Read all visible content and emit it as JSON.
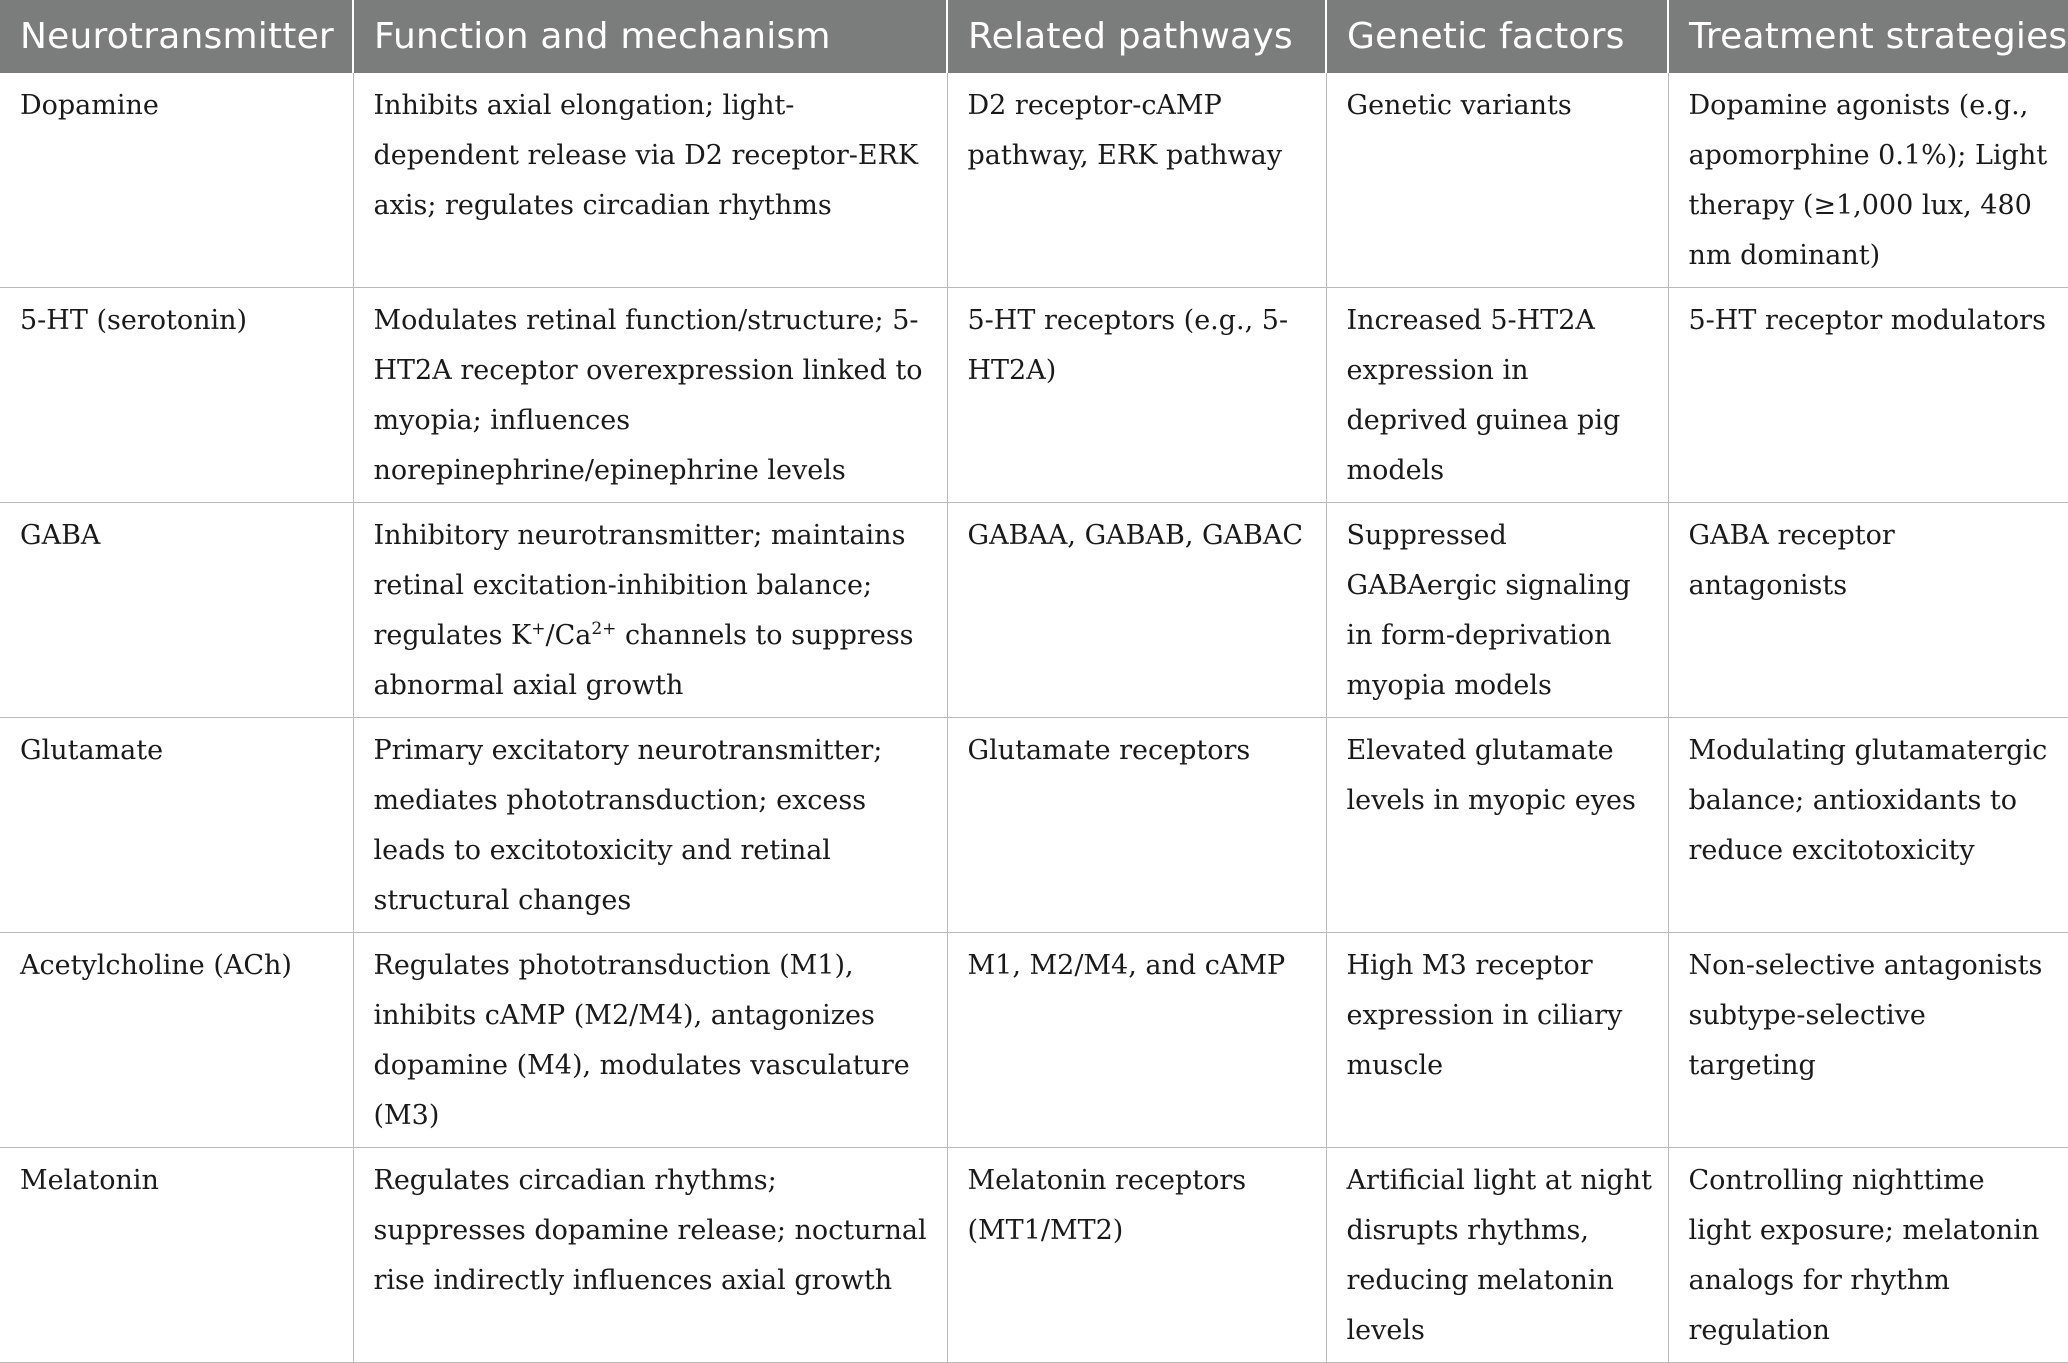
{
  "table": {
    "headers": [
      "Neurotransmitter",
      "Function and mechanism",
      "Related pathways",
      "Genetic factors",
      "Treatment strategies"
    ],
    "rows": [
      {
        "neurotransmitter": "Dopamine",
        "function": "Inhibits axial elongation; light-dependent release via D2 receptor-ERK axis; regulates circadian rhythms",
        "pathways": "D2 receptor-cAMP pathway, ERK pathway",
        "genetic": "Genetic variants",
        "treatment": "Dopamine agonists (e.g., apomorphine 0.1%); Light therapy (≥1,000 lux, 480 nm dominant)"
      },
      {
        "neurotransmitter": "5-HT (serotonin)",
        "function": "Modulates retinal function/structure; 5-HT2A receptor overexpression linked to myopia; influences norepinephrine/epinephrine levels",
        "pathways": "5-HT receptors (e.g., 5-HT2A)",
        "genetic": "Increased 5-HT2A expression in deprived guinea pig models",
        "treatment": "5-HT receptor modulators"
      },
      {
        "neurotransmitter": "GABA",
        "function_parts": {
          "a": "Inhibitory neurotransmitter; maintains retinal excitation-inhibition balance; regulates K",
          "sup1": "+",
          "b": "/Ca",
          "sup2": "2+",
          "c": " channels to suppress abnormal axial growth"
        },
        "pathways": "GABAA, GABAB, GABAC",
        "genetic": "Suppressed GABAergic signaling in form-deprivation myopia models",
        "treatment": "GABA receptor antagonists"
      },
      {
        "neurotransmitter": "Glutamate",
        "function": "Primary excitatory neurotransmitter; mediates phototransduction; excess leads to excitotoxicity and retinal structural changes",
        "pathways": "Glutamate receptors",
        "genetic": "Elevated glutamate levels in myopic eyes",
        "treatment": "Modulating glutamatergic balance; antioxidants to reduce excitotoxicity"
      },
      {
        "neurotransmitter": "Acetylcholine (ACh)",
        "function": "Regulates phototransduction (M1), inhibits cAMP (M2/M4), antagonizes dopamine (M4), modulates vasculature (M3)",
        "pathways": "M1, M2/M4, and cAMP",
        "genetic": "High M3 receptor expression in ciliary muscle",
        "treatment": "Non-selective antagonists subtype-selective targeting"
      },
      {
        "neurotransmitter": "Melatonin",
        "function": "Regulates circadian rhythms; suppresses dopamine release; nocturnal rise indirectly influences axial growth",
        "pathways": "Melatonin receptors (MT1/MT2)",
        "genetic": "Artificial light at night disrupts rhythms, reducing melatonin levels",
        "treatment": "Controlling nighttime light exposure; melatonin analogs for rhythm regulation"
      }
    ]
  }
}
